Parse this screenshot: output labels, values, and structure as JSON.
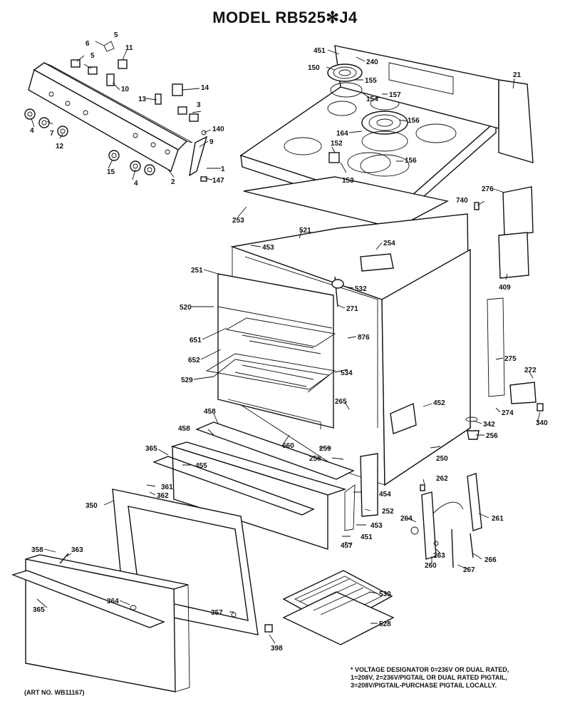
{
  "title": "MODEL RB525✻J4",
  "note_lines": [
    "* VOLTAGE DESIGNATOR 0=236V OR DUAL RATED,",
    "1=208V, 2=236V/PIGTAIL OR DUAL RATED PIGTAIL,",
    "3=208V/PIGTAIL-PURCHASE PIGTAIL LOCALLY."
  ],
  "art_no": "(ART NO. WB11167)",
  "part_labels": {
    "p5a": "5",
    "p6": "6",
    "p5b": "5",
    "p11": "11",
    "p10": "10",
    "p14": "14",
    "p13": "13",
    "p3": "3",
    "p4a": "4",
    "p7": "7",
    "p12": "12",
    "p15": "15",
    "p4b": "4",
    "p2": "2",
    "p140": "140",
    "p9": "9",
    "p1": "1",
    "p147": "147",
    "p451a": "451",
    "p240": "240",
    "p150": "150",
    "p155": "155",
    "p154": "154",
    "p157": "157",
    "p21": "21",
    "p156a": "156",
    "p164": "164",
    "p152": "152",
    "p156b": "156",
    "p153": "153",
    "p740": "740",
    "p276": "276",
    "p253": "253",
    "p521": "521",
    "p453a": "453",
    "p254": "254",
    "p409": "409",
    "p251": "251",
    "p532": "532",
    "p271": "271",
    "p520": "520",
    "p876": "876",
    "p651": "651",
    "p652": "652",
    "p534": "534",
    "p529": "529",
    "p275": "275",
    "p272": "272",
    "p265": "265",
    "p452": "452",
    "p274": "274",
    "p458a": "458",
    "p458b": "458",
    "p660": "660",
    "p342": "342",
    "p340": "340",
    "p256": "256",
    "p259": "259",
    "p258": "258",
    "p250": "250",
    "p365a": "365",
    "p455": "455",
    "p262": "262",
    "p361": "361",
    "p362": "362",
    "p454": "454",
    "p350": "350",
    "p252": "252",
    "p264": "264",
    "p261": "261",
    "p453b": "453",
    "p451b": "451",
    "p457": "457",
    "p263": "263",
    "p260": "260",
    "p267": "267",
    "p266": "266",
    "p358": "358",
    "p363": "363",
    "p365b": "365",
    "p364": "364",
    "p530": "530",
    "p357": "357",
    "p528": "528",
    "p398": "398"
  }
}
